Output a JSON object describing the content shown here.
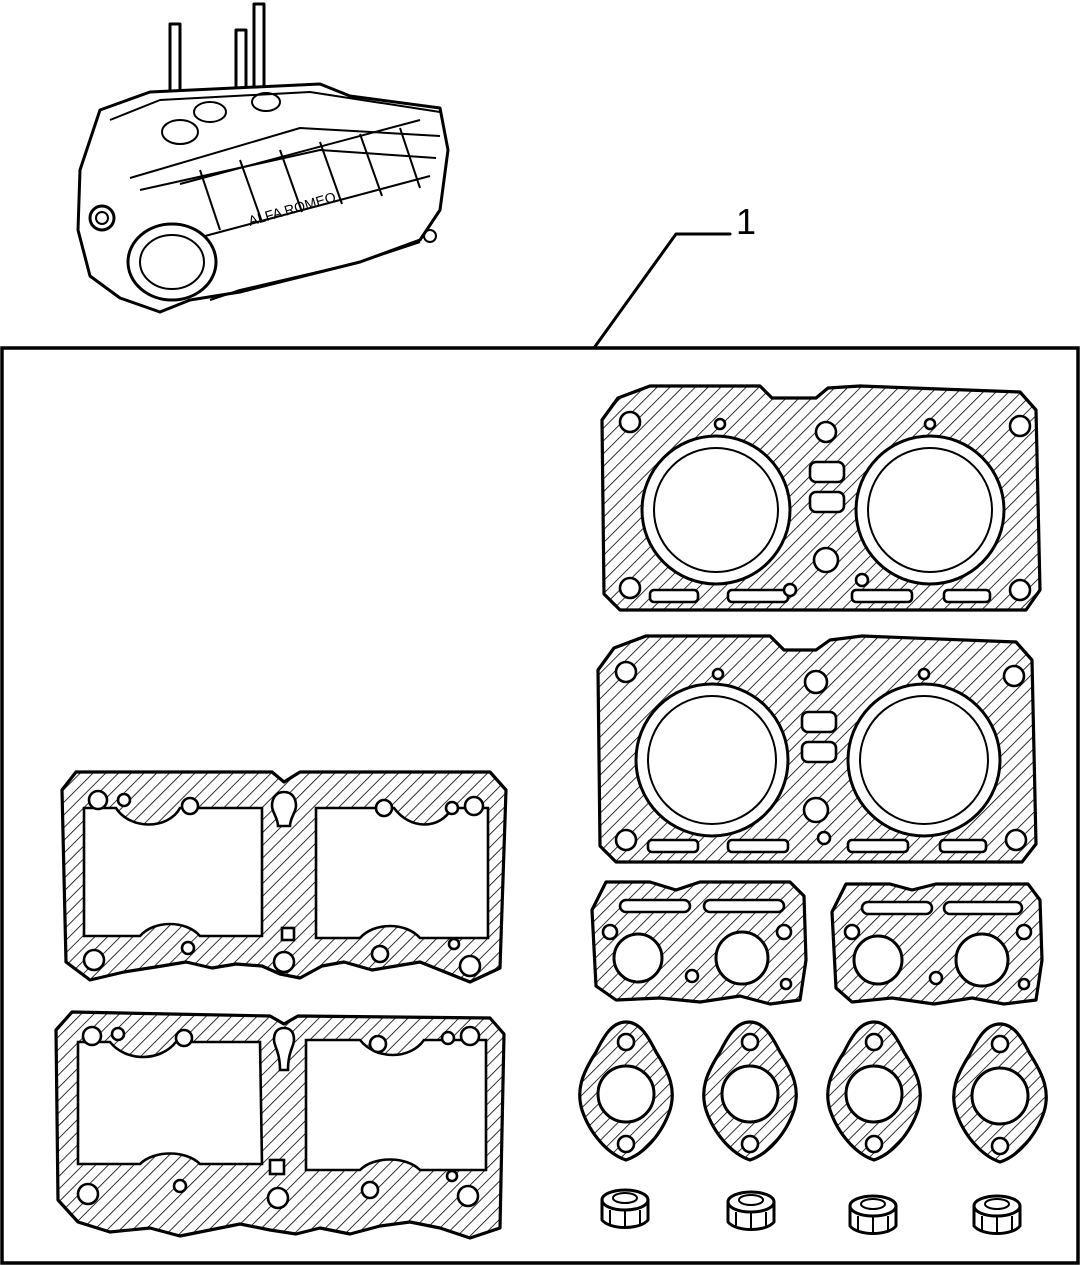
{
  "callouts": [
    {
      "label": "1"
    }
  ],
  "colors": {
    "ink": "#000000",
    "paper": "#ffffff"
  },
  "cylinder_head_gaskets": 2,
  "valve_cover_gaskets": 2,
  "manifold_gaskets_large": 2,
  "manifold_gaskets_small": 4,
  "valve_stem_seals": 4
}
